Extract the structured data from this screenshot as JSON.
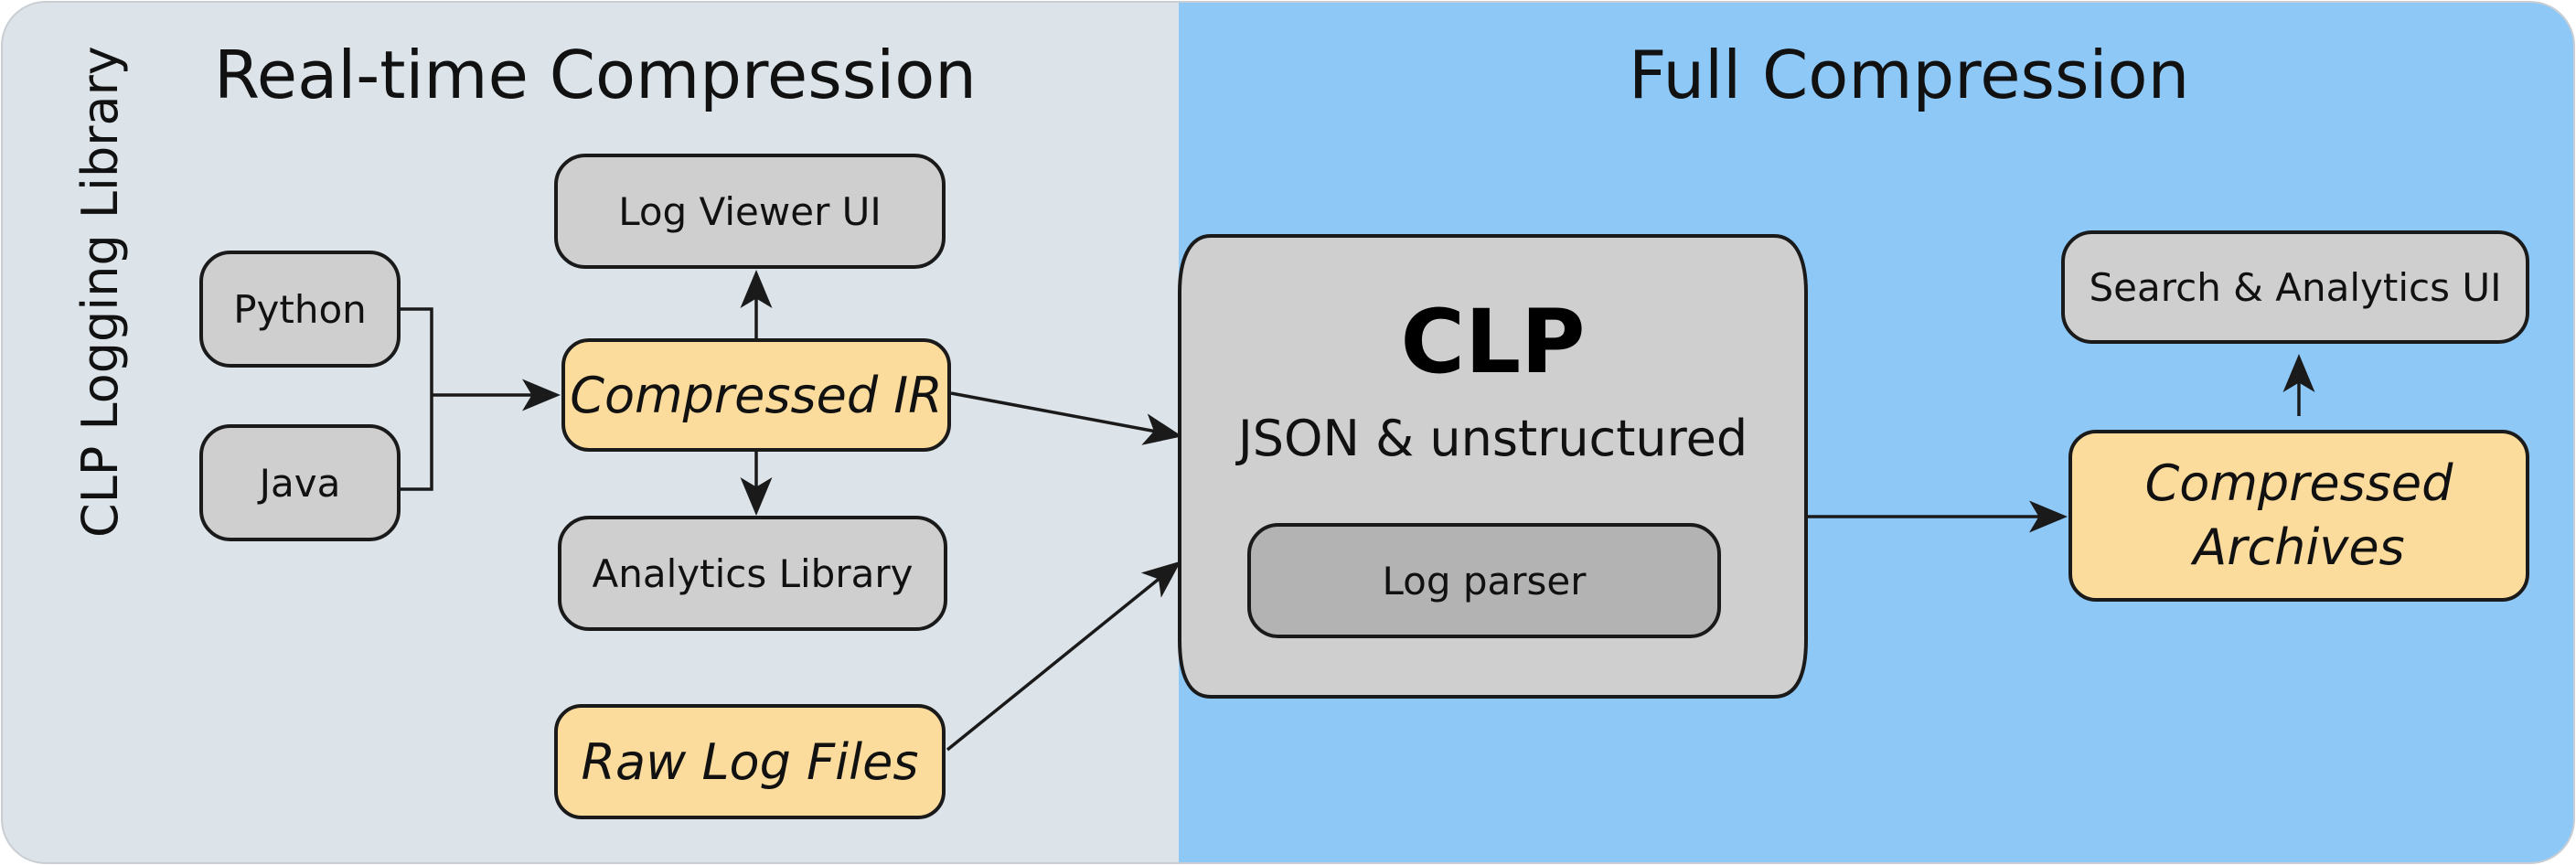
{
  "colors": {
    "left_panel": "#dce3e9",
    "right_panel": "#8ec8f7",
    "gray_box": "#cfcfcf",
    "yellow_box": "#fbdc9c",
    "parser_box": "#b3b3b3"
  },
  "sections": {
    "left_title": "Real-time Compression",
    "right_title": "Full Compression",
    "side_title": "CLP Logging Library"
  },
  "nodes": {
    "python": "Python",
    "java": "Java",
    "log_viewer": "Log Viewer UI",
    "compressed_ir": "Compressed IR",
    "analytics_library": "Analytics Library",
    "raw_log_files": "Raw Log Files",
    "clp_title": "CLP",
    "clp_subtitle": "JSON & unstructured",
    "log_parser": "Log parser",
    "search_ui": "Search & Analytics UI",
    "compressed_archives_line1": "Compressed",
    "compressed_archives_line2": "Archives"
  }
}
